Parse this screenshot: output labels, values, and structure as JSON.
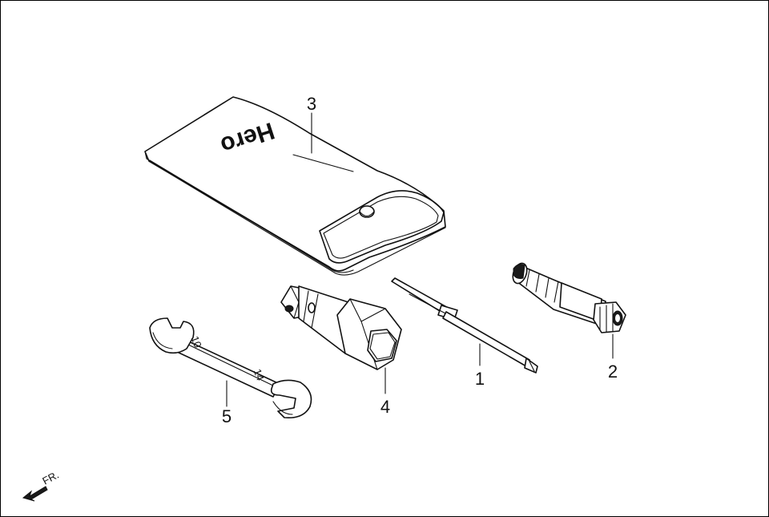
{
  "brand_logo": "Hero",
  "wrench_sizes": {
    "large_end": "10",
    "small_end": "14"
  },
  "direction_indicator": "FR.",
  "callouts": [
    {
      "id": "c1",
      "label": "1",
      "part": "screwdriver"
    },
    {
      "id": "c2",
      "label": "2",
      "part": "screwdriver-handle"
    },
    {
      "id": "c3",
      "label": "3",
      "part": "tool-bag"
    },
    {
      "id": "c4",
      "label": "4",
      "part": "spark-plug-wrench"
    },
    {
      "id": "c5",
      "label": "5",
      "part": "open-end-wrench"
    }
  ]
}
